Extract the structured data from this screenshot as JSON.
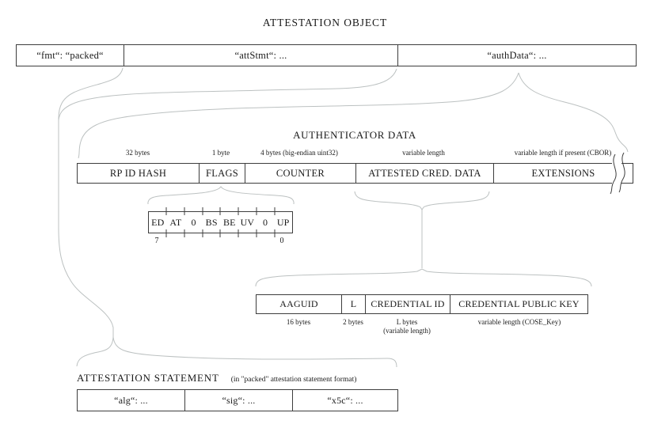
{
  "title": "ATTESTATION OBJECT",
  "colors": {
    "background": "#ffffff",
    "box_border": "#3d3d3d",
    "text": "#1a1a1a",
    "connector_line": "#bcc1c1"
  },
  "attestation_object": {
    "cells": [
      {
        "label": "“fmt“: “packed“"
      },
      {
        "label": "“attStmt“: ..."
      },
      {
        "label": "“authData“: ..."
      }
    ]
  },
  "authenticator_data": {
    "heading": "AUTHENTICATOR DATA",
    "fields": [
      {
        "name": "RP ID HASH",
        "size": "32 bytes"
      },
      {
        "name": "FLAGS",
        "size": "1 byte"
      },
      {
        "name": "COUNTER",
        "size": "4 bytes (big-endian uint32)"
      },
      {
        "name": "ATTESTED CRED. DATA",
        "size": "variable length"
      },
      {
        "name": "EXTENSIONS",
        "size": "variable length if present (CBOR)"
      }
    ]
  },
  "flags_detail": {
    "bits": [
      "ED",
      "AT",
      "0",
      "BS",
      "BE",
      "UV",
      "0",
      "UP"
    ],
    "high_bit_label": "7",
    "low_bit_label": "0"
  },
  "attested_cred_data_detail": {
    "fields": [
      {
        "name": "AAGUID",
        "size": "16 bytes",
        "size2": ""
      },
      {
        "name": "L",
        "size": "2 bytes",
        "size2": ""
      },
      {
        "name": "CREDENTIAL ID",
        "size": "L bytes",
        "size2": "(variable length)"
      },
      {
        "name": "CREDENTIAL PUBLIC KEY",
        "size": "variable length (COSE_Key)",
        "size2": ""
      }
    ]
  },
  "attestation_statement": {
    "heading": "ATTESTATION STATEMENT",
    "note": "(in \"packed\" attestation statement format)",
    "cells": [
      {
        "label": "“alg“: ..."
      },
      {
        "label": "“sig“: ..."
      },
      {
        "label": "“x5c“: ..."
      }
    ]
  }
}
